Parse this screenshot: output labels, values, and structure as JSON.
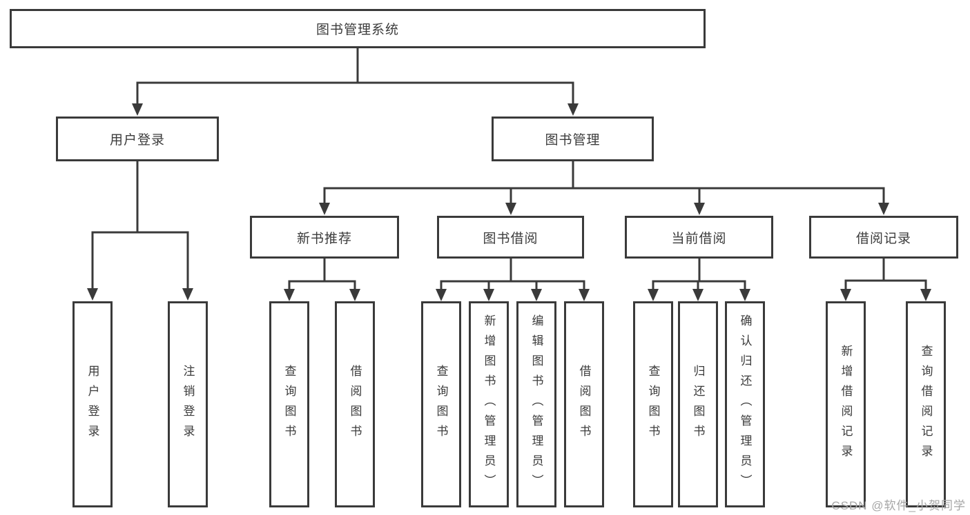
{
  "diagram": {
    "root": {
      "label": "图书管理系统"
    },
    "level2": [
      {
        "label": "用户登录",
        "children": [
          {
            "label": "用户登录"
          },
          {
            "label": "注销登录"
          }
        ]
      },
      {
        "label": "图书管理",
        "children": [
          {
            "label": "新书推荐",
            "children": [
              {
                "label": "查询图书"
              },
              {
                "label": "借阅图书"
              }
            ]
          },
          {
            "label": "图书借阅",
            "children": [
              {
                "label": "查询图书"
              },
              {
                "label": "新增图书（管理员）"
              },
              {
                "label": "编辑图书（管理员）"
              },
              {
                "label": "借阅图书"
              }
            ]
          },
          {
            "label": "当前借阅",
            "children": [
              {
                "label": "查询图书"
              },
              {
                "label": "归还图书"
              },
              {
                "label": "确认归还（管理员）"
              }
            ]
          },
          {
            "label": "借阅记录",
            "children": [
              {
                "label": "新增借阅记录"
              },
              {
                "label": "查询借阅记录"
              }
            ]
          }
        ]
      }
    ]
  },
  "watermark": "CSDN @软件_小贺同学",
  "colors": {
    "line": "#3a3a3a",
    "box_border": "#3a3a3a",
    "text": "#3b3b3b",
    "background": "#ffffff",
    "watermark": "#a6a6a6"
  }
}
